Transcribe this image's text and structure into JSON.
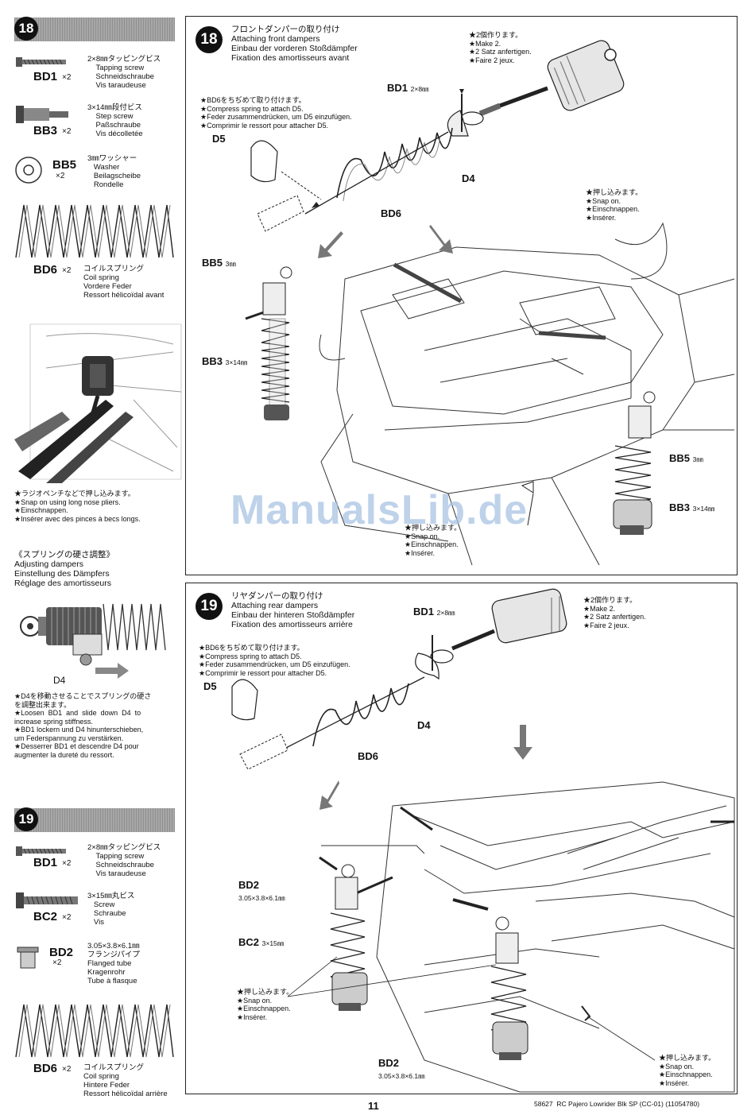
{
  "watermark": "ManualsLib.de",
  "footer": {
    "page_number": "11",
    "product": "58627  RC Pajero Lowrider Blk SP (CC-01) (11054780)"
  },
  "sidebar18": {
    "step": "18",
    "parts": [
      {
        "code": "BD1",
        "qty": "×2",
        "lines": "2×8㎜タッピングビス\n    Tapping screw\n    Schneidschraube\n    Vis taraudeuse"
      },
      {
        "code": "BB3",
        "qty": "×2",
        "lines": "3×14㎜段付ビス\n    Step screw\n    Paßschraube\n    Vis décolletée"
      },
      {
        "code": "BB5",
        "qty": "×2",
        "lines": "3㎜ワッシャー\n   Washer\n   Beilagscheibe\n   Rondelle"
      },
      {
        "code": "BD6",
        "qty": "×2",
        "lines": "コイルスプリング\nCoil spring\nVordere Feder\nRessort hélicoïdal avant"
      }
    ],
    "tip": "★ラジオペンチなどで押し込みます。\n★Snap on using long nose pliers.\n★Einschnappen.\n★Insérer avec des pinces à becs longs.",
    "adjust_title": "《スプリングの硬さ調整》\nAdjusting dampers\nEinstellung des Dämpfers\nRéglage des amortisseurs",
    "adjust_d4": "D4",
    "adjust_text": "★D4を移動させることでスプリングの硬さ\nを調整出来ます。\n★Loosen  BD1  and  slide  down  D4  to\nincrease spring stiffness.\n★BD1 lockern und D4 hinunterschieben,\num Federspannung zu verstärken.\n★Desserrer BD1 et descendre D4 pour\naugmenter la dureté du ressort."
  },
  "sidebar19": {
    "step": "19",
    "parts": [
      {
        "code": "BD1",
        "qty": "×2",
        "lines": "2×8㎜タッピングビス\n    Tapping screw\n    Schneidschraube\n    Vis taraudeuse"
      },
      {
        "code": "BC2",
        "qty": "×2",
        "lines": "3×15㎜丸ビス\n   Screw\n   Schraube\n   Vis"
      },
      {
        "code": "BD2",
        "qty": "×2",
        "lines": "3.05×3.8×6.1㎜\nフランジパイプ\nFlanged tube\nKragenrohr\nTube à flasque"
      },
      {
        "code": "BD6",
        "qty": "×2",
        "lines": "コイルスプリング\nCoil spring\nHintere Feder\nRessort hélicoïdal arrière"
      }
    ]
  },
  "step18": {
    "num": "18",
    "title": "フロントダンパーの取り付け\nAttaching front dampers\nEinbau der vorderen Stoßdämpfer\nFixation des amortisseurs avant",
    "make2": "★2個作ります。\n★Make 2.\n★2 Satz anfertigen.\n★Faire 2 jeux.",
    "compress": "★BD6をちぢめて取り付けます。\n★Compress spring to attach D5.\n★Feder zusammendrücken, um D5 einzufügen.\n★Comprimir le ressort pour attacher D5.",
    "snap_top": "★押し込みます。\n★Snap on.\n★Einschnappen.\n★Insérer.",
    "snap_bottom": "★押し込みます。\n★Snap on.\n★Einschnappen.\n★Insérer.",
    "labels": {
      "bd1": "BD1",
      "bd1_size": "2×8㎜",
      "d5": "D5",
      "d4": "D4",
      "bd6": "BD6",
      "bb5a": "BB5",
      "bb5a_size": "3㎜",
      "bb3a": "BB3",
      "bb3a_size": "3×14㎜",
      "bb5b": "BB5",
      "bb5b_size": "3㎜",
      "bb3b": "BB3",
      "bb3b_size": "3×14㎜"
    }
  },
  "step19": {
    "num": "19",
    "title": "リヤダンパーの取り付け\nAttaching rear dampers\nEinbau der hinteren Stoßdämpfer\nFixation des amortisseurs arrière",
    "make2": "★2個作ります。\n★Make 2.\n★2 Satz anfertigen.\n★Faire 2 jeux.",
    "compress": "★BD6をちぢめて取り付けます。\n★Compress spring to attach D5.\n★Feder zusammendrücken, um D5 einzufügen.\n★Comprimir le ressort pour attacher D5.",
    "snap_left": "★押し込みます。\n★Snap on.\n★Einschnappen.\n★Insérer.",
    "snap_right": "★押し込みます。\n★Snap on.\n★Einschnappen.\n★Insérer.",
    "labels": {
      "bd1": "BD1",
      "bd1_size": "2×8㎜",
      "d5": "D5",
      "d4": "D4",
      "bd6": "BD6",
      "bd2a": "BD2",
      "bd2a_size": "3.05×3.8×6.1㎜",
      "bc2": "BC2",
      "bc2_size": "3×15㎜",
      "bd2b": "BD2",
      "bd2b_size": "3.05×3.8×6.1㎜"
    }
  }
}
